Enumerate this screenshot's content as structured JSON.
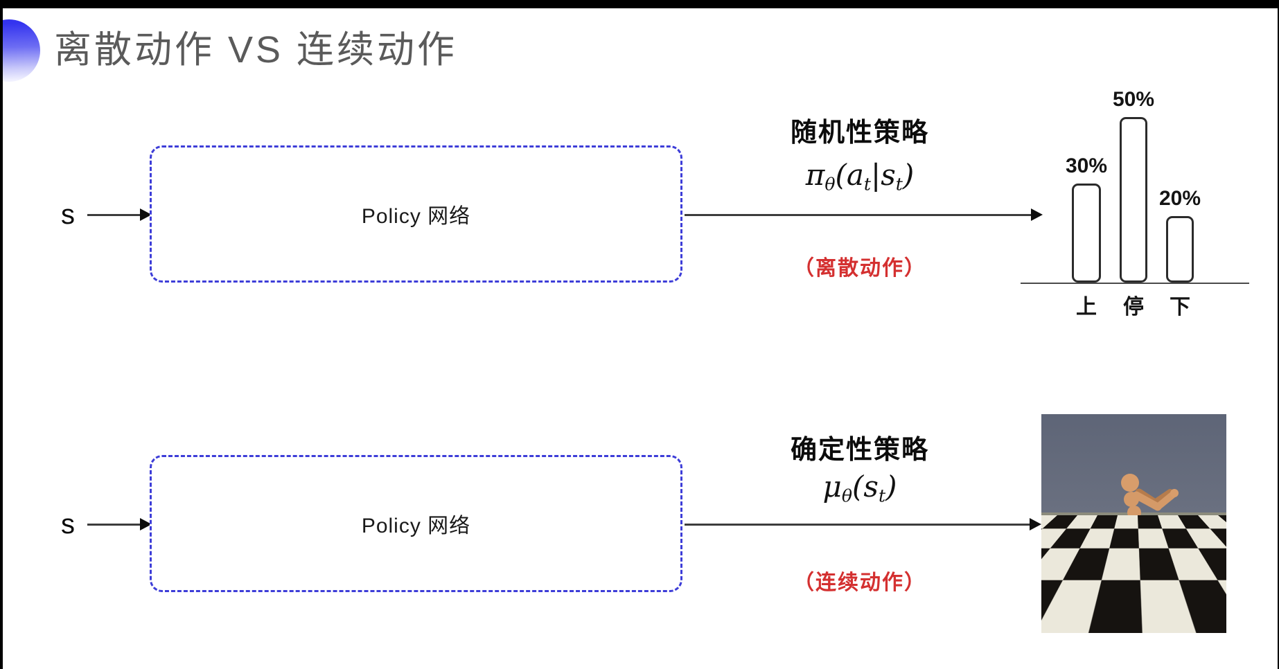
{
  "slide": {
    "title": "离散动作 VS 连续动作",
    "colors": {
      "frame": "#000000",
      "background": "#ffffff",
      "title_gray": "#5a5a5a",
      "accent_blue_top": "#3434ef",
      "accent_blue_bottom": "#f1f1ff",
      "box_border_blue": "#3d3dd8",
      "red_note": "#d43030",
      "bar_outline": "#2b2b2b",
      "arrow": "#3c3c3c"
    }
  },
  "rows": [
    {
      "input_label": "s",
      "box_label": "Policy 网络",
      "policy_type": "随机性策略",
      "formula": {
        "sym": "π",
        "sym_sub": "θ",
        "p1": "(a",
        "s1": "t",
        "p2": "|s",
        "s2": "t",
        "p3": ")"
      },
      "action_note": "（离散动作）"
    },
    {
      "input_label": "s",
      "box_label": "Policy 网络",
      "policy_type": "确定性策略",
      "formula": {
        "sym": "μ",
        "sym_sub": "θ",
        "p1": "(s",
        "s1": "t",
        "p2": ")"
      },
      "action_note": "（连续动作）"
    }
  ],
  "chart_data": {
    "type": "bar",
    "categories": [
      "上",
      "停",
      "下"
    ],
    "values": [
      30,
      50,
      20
    ],
    "value_labels": [
      "30%",
      "50%",
      "20%"
    ],
    "unit": "%",
    "ylim": [
      0,
      55
    ],
    "title": "",
    "xlabel": "",
    "ylabel": "",
    "grid": false,
    "legend": "none",
    "style": "white bars with dark rounded outline, baseline axis only"
  },
  "sim_image": {
    "name": "humanoid-walker",
    "content": "mujoco-style humanoid on black-and-white checkerboard floor under gray sky"
  }
}
